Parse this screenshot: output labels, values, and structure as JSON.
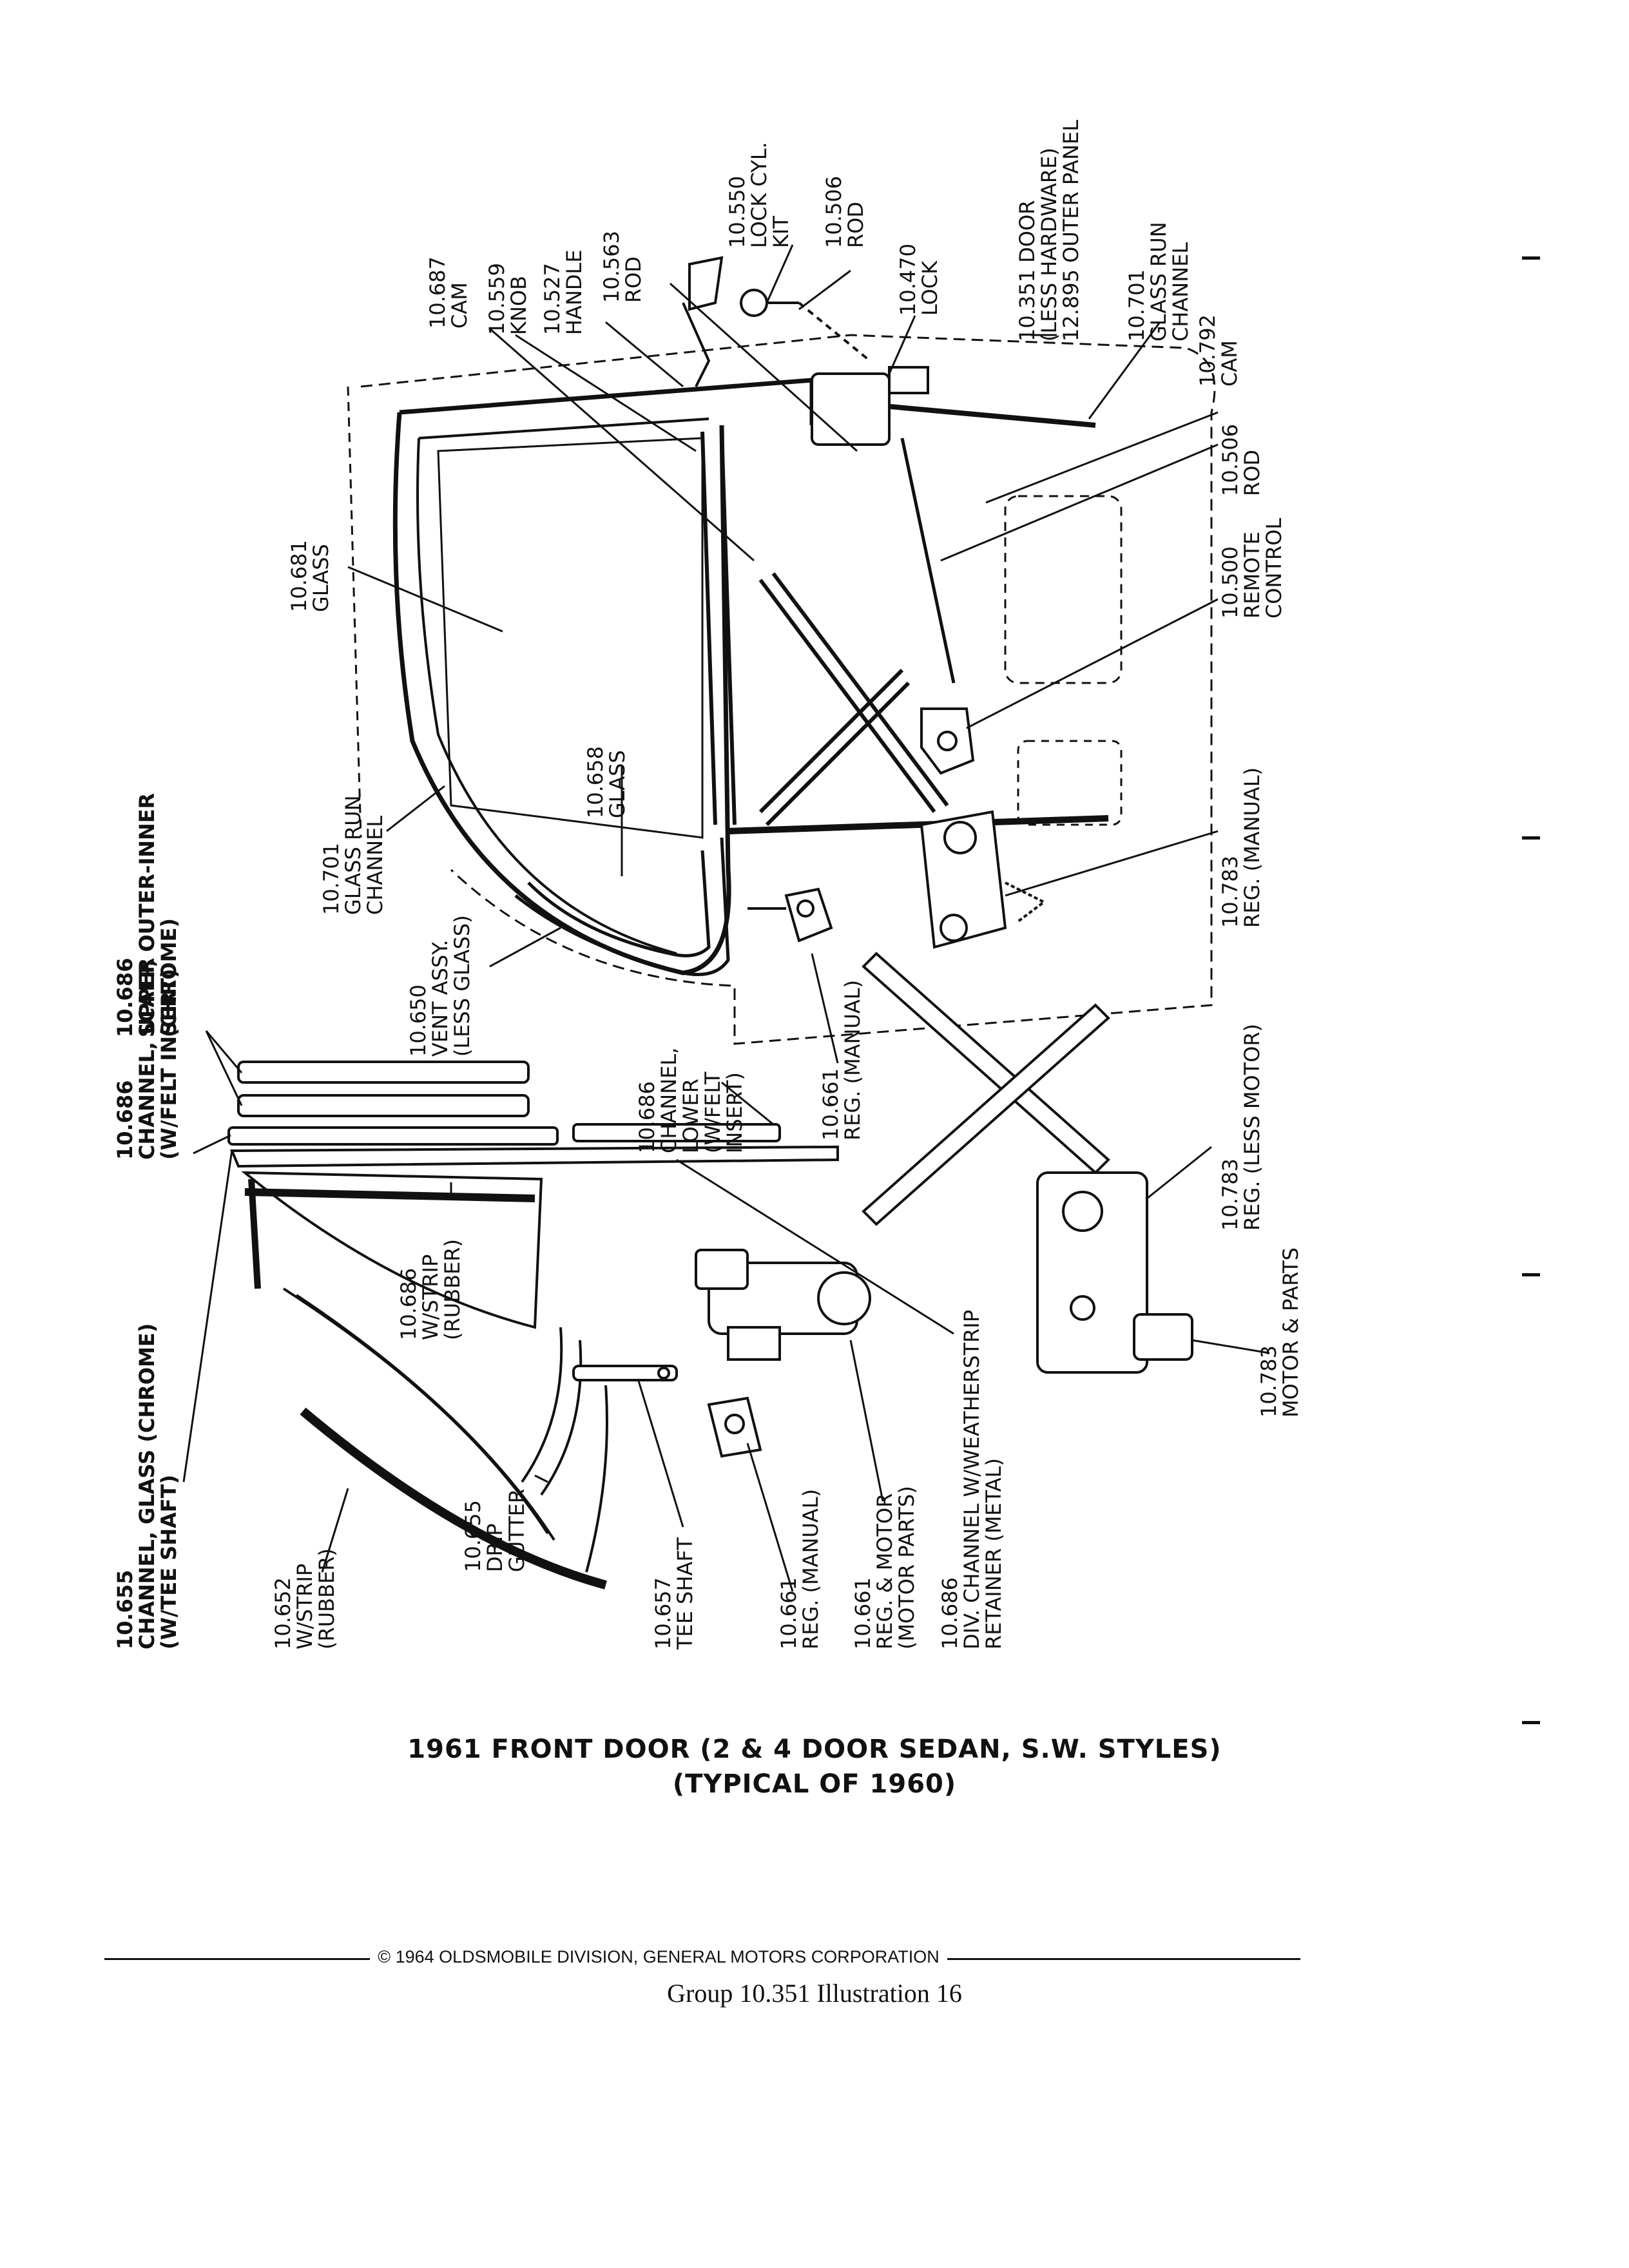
{
  "callouts": [
    {
      "key": "vent_scalp",
      "lines": [
        "10.686",
        "SCALP, OUTER-INNER",
        "(CHROME)"
      ]
    },
    {
      "key": "upper_channel",
      "lines": [
        "10.686",
        "CHANNEL, UPPER",
        "(W/FELT INSERT)"
      ]
    },
    {
      "key": "glass_channel",
      "lines": [
        "10.655",
        "CHANNEL, GLASS (CHROME)",
        "(W/TEE SHAFT)"
      ]
    },
    {
      "key": "vent_assy",
      "lines": [
        "10.650",
        "VENT ASSY.",
        "(LESS GLASS)"
      ]
    },
    {
      "key": "glass_run_lower",
      "lines": [
        "10.701",
        "GLASS RUN",
        "CHANNEL"
      ]
    },
    {
      "key": "glass_658",
      "lines": [
        "10.658",
        "GLASS"
      ]
    },
    {
      "key": "glass_681",
      "lines": [
        "10.681",
        "GLASS"
      ]
    },
    {
      "key": "cam_687",
      "lines": [
        "10.687",
        "CAM"
      ]
    },
    {
      "key": "knob",
      "lines": [
        "10.559",
        "KNOB"
      ]
    },
    {
      "key": "handle",
      "lines": [
        "10.527",
        "HANDLE"
      ]
    },
    {
      "key": "rod_563",
      "lines": [
        "10.563",
        "ROD"
      ]
    },
    {
      "key": "lock_cyl",
      "lines": [
        "10.550",
        "LOCK CYL.",
        "KIT"
      ]
    },
    {
      "key": "rod_506_top",
      "lines": [
        "10.506",
        "ROD"
      ]
    },
    {
      "key": "lock",
      "lines": [
        "10.470",
        "LOCK"
      ]
    },
    {
      "key": "door",
      "lines": [
        "10.351 DOOR",
        "(LESS HARDWARE)",
        "12.895 OUTER PANEL"
      ]
    },
    {
      "key": "glass_run_upper",
      "lines": [
        "10.701",
        "GLASS RUN",
        "CHANNEL"
      ]
    },
    {
      "key": "cam_792",
      "lines": [
        "10.792",
        "CAM"
      ]
    },
    {
      "key": "rod_506_right",
      "lines": [
        "10.506",
        "ROD"
      ]
    },
    {
      "key": "remote",
      "lines": [
        "10.500",
        "REMOTE",
        "CONTROL"
      ]
    },
    {
      "key": "reg_783_manual",
      "lines": [
        "10.783",
        "REG. (MANUAL)"
      ]
    },
    {
      "key": "channel_lower",
      "lines": [
        "10.686",
        "CHANNEL,",
        "LOWER",
        "(W/FELT",
        "INSERT)"
      ]
    },
    {
      "key": "reg_661_manual_upper",
      "lines": [
        "10.661",
        "REG. (MANUAL)"
      ]
    },
    {
      "key": "reg_783_less_motor",
      "lines": [
        "10.783",
        "REG. (LESS MOTOR)"
      ]
    },
    {
      "key": "motor_parts_783",
      "lines": [
        "10.783",
        "MOTOR & PARTS"
      ]
    },
    {
      "key": "wstrip_686",
      "lines": [
        "10.686",
        "W/STRIP",
        "(RUBBER)"
      ]
    },
    {
      "key": "wstrip_652",
      "lines": [
        "10.652",
        "W/STRIP",
        "(RUBBER)"
      ]
    },
    {
      "key": "drip_gutter",
      "lines": [
        "10.655",
        "DRIP",
        "GUTTER"
      ]
    },
    {
      "key": "tee_shaft",
      "lines": [
        "10.657",
        "TEE SHAFT"
      ]
    },
    {
      "key": "reg_661_manual_lower",
      "lines": [
        "10.661",
        "REG. (MANUAL)"
      ]
    },
    {
      "key": "reg_motor_661",
      "lines": [
        "10.661",
        "REG. & MOTOR",
        "(MOTOR PARTS)"
      ]
    },
    {
      "key": "div_channel",
      "lines": [
        "10.686",
        "DIV. CHANNEL W/WEATHERSTRIP",
        "RETAINER (METAL)"
      ]
    }
  ],
  "title": {
    "line1": "1961 FRONT DOOR (2 & 4 DOOR SEDAN, S.W. STYLES)",
    "line2": "(TYPICAL OF 1960)"
  },
  "footer": {
    "copyright": "© 1964 OLDSMOBILE DIVISION, GENERAL MOTORS CORPORATION",
    "group_line": "Group  10.351    Illustration  16"
  },
  "colors": {
    "ink": "#111111",
    "paper": "#ffffff"
  }
}
